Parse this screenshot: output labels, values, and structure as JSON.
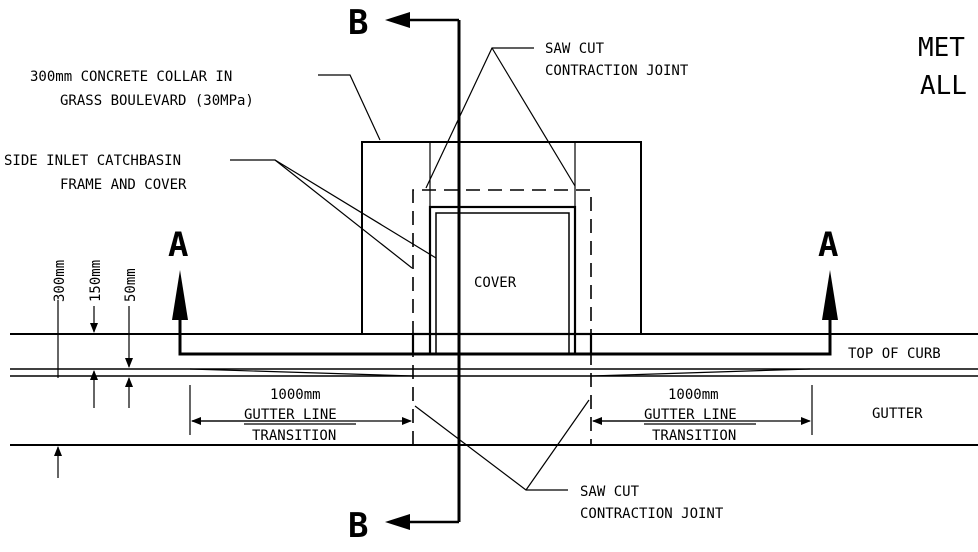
{
  "sections": {
    "section_b_top": "B",
    "section_b_bottom": "B",
    "section_a_left": "A",
    "section_a_right": "A"
  },
  "notes": {
    "note_line1": "MET",
    "note_line2": "ALL"
  },
  "labels": {
    "collar_line1": "300mm CONCRETE COLLAR IN",
    "collar_line2": "GRASS BOULEVARD (30MPa)",
    "catchbasin_line1": "SIDE INLET CATCHBASIN",
    "catchbasin_line2": "FRAME AND COVER",
    "saw_cut_top_line1": "SAW CUT",
    "saw_cut_top_line2": "CONTRACTION JOINT",
    "saw_cut_bottom_line1": "SAW CUT",
    "saw_cut_bottom_line2": "CONTRACTION JOINT",
    "cover": "COVER",
    "top_of_curb": "TOP OF CURB",
    "gutter": "GUTTER",
    "transition_left_dim": "1000mm",
    "transition_left_line1": "GUTTER LINE",
    "transition_left_line2": "TRANSITION",
    "transition_right_dim": "1000mm",
    "transition_right_line1": "GUTTER LINE",
    "transition_right_line2": "TRANSITION"
  },
  "dimensions": {
    "dim_300": "300mm",
    "dim_150": "150mm",
    "dim_50": "50mm"
  }
}
